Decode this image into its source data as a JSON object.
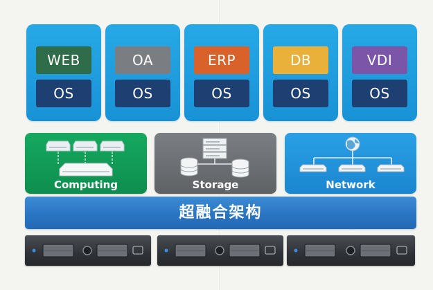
{
  "colors": {
    "vm_tile": "#1d9ddf",
    "os_box": "#1e3f72",
    "computing": "#119a55",
    "storage": "#6f7275",
    "network": "#1f8fdb",
    "platform": "#2e78c4",
    "server": "#2f3236"
  },
  "workloads": [
    {
      "app": "WEB",
      "os": "OS",
      "app_color": "#2f6d4a"
    },
    {
      "app": "OA",
      "os": "OS",
      "app_color": "#7a7d82"
    },
    {
      "app": "ERP",
      "os": "OS",
      "app_color": "#d9622b"
    },
    {
      "app": "DB",
      "os": "OS",
      "app_color": "#eab13a"
    },
    {
      "app": "VDI",
      "os": "OS",
      "app_color": "#7b56a8"
    }
  ],
  "resources": {
    "computing": {
      "label": "Computing",
      "icon": "server-nodes-icon"
    },
    "storage": {
      "label": "Storage",
      "icon": "storage-disks-icon"
    },
    "network": {
      "label": "Network",
      "icon": "network-topology-icon"
    }
  },
  "platform": {
    "title": "超融合架构"
  },
  "servers": [
    {
      "icon": "rack-server-icon"
    },
    {
      "icon": "rack-server-icon"
    },
    {
      "icon": "rack-server-icon"
    }
  ]
}
